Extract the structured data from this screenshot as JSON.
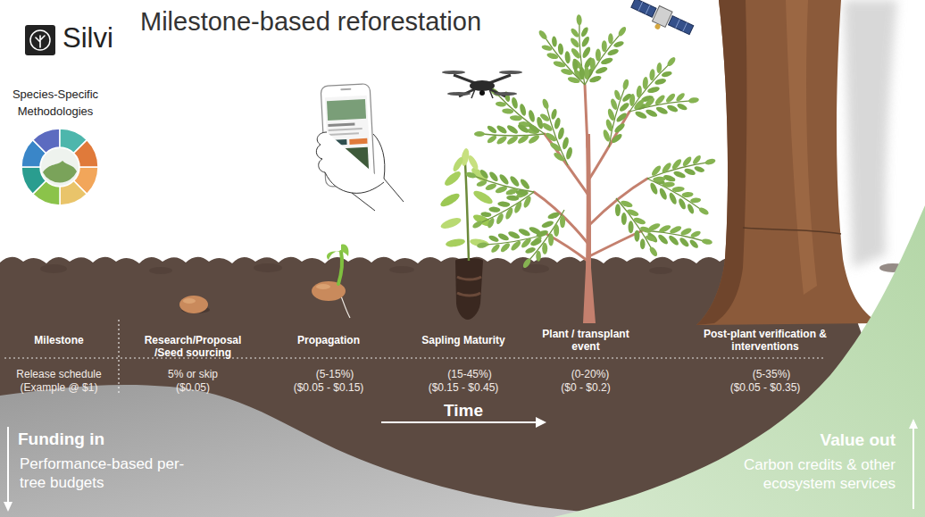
{
  "diagram": {
    "title": "Milestone-based reforestation",
    "nodes": [
      {
        "text": [
          "Funding in",
          "Performance-based per-tree budgets"
        ]
      },
      {
        "text": [
          "Value out",
          "Carbon credits & other ecosystem services"
        ]
      }
    ],
    "labels": [
      "Silvi",
      "Species-Specific Methodologies",
      "Milestone",
      "Research/Proposal /Seed sourcing",
      "Propagation",
      "Sapling Maturity",
      "Plant / transplant event",
      "Post-plant verification & interventions",
      "Release schedule (Example @ $1)",
      "5% or skip ($0.05)",
      "(5-15%) ($0.05 - $0.15)",
      "(15-45%) ($0.15 - $0.45)",
      "(0-20%) ($0 - $0.2)",
      "(5-35%) ($0.05 - $0.35)",
      "Time"
    ]
  }
}
